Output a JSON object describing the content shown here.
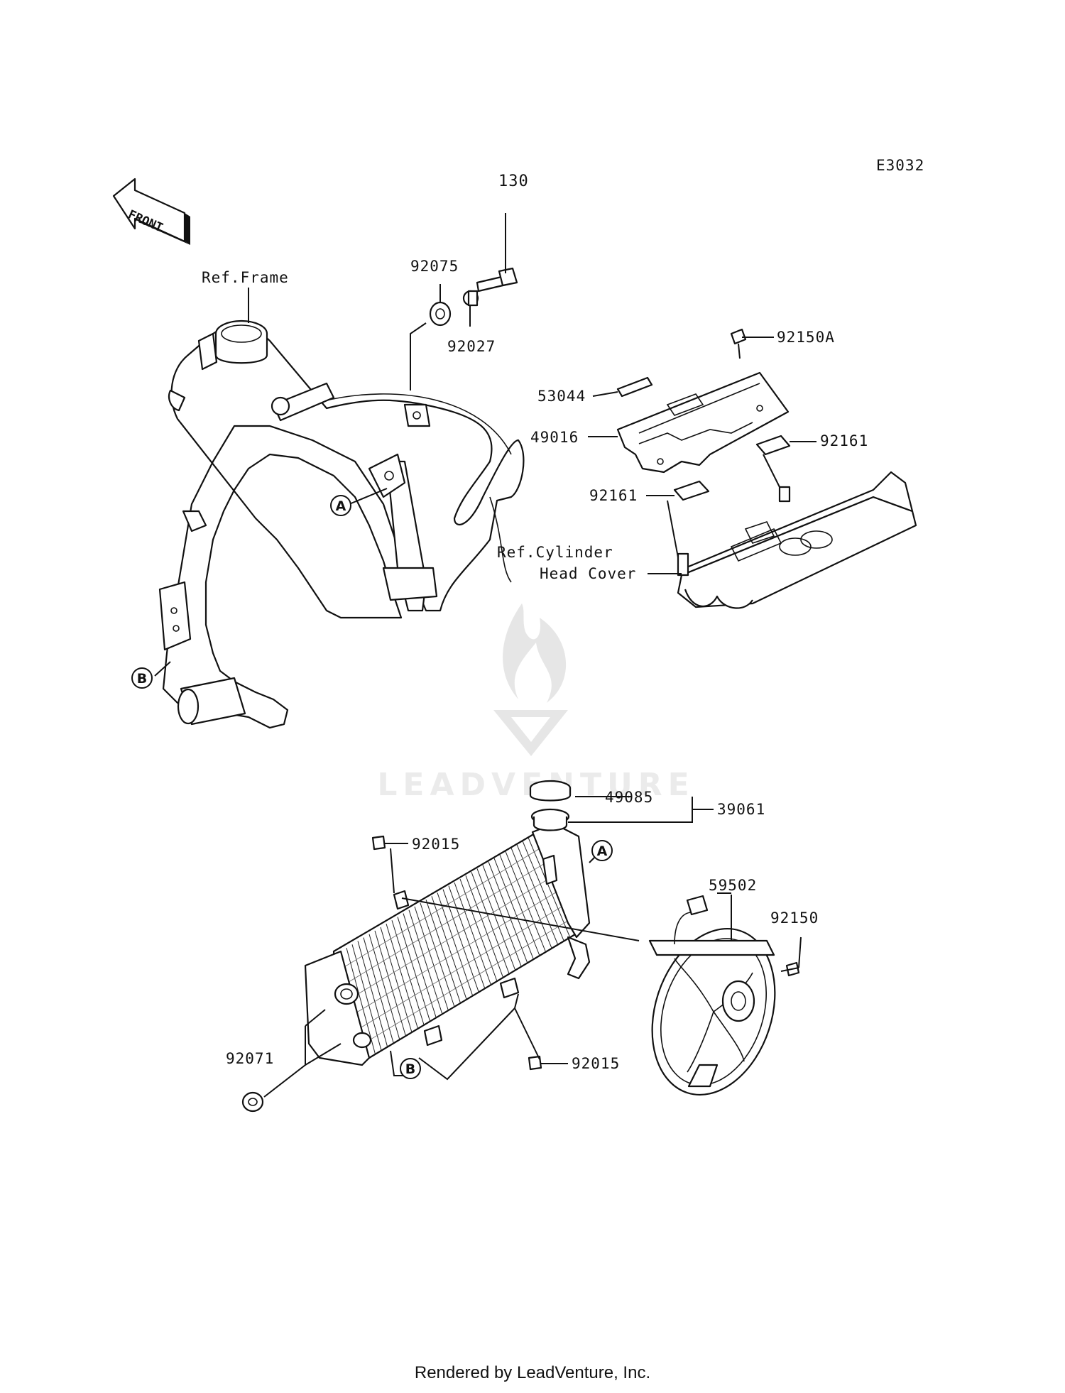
{
  "diagram": {
    "code": "E3032",
    "page_ref": "130",
    "front_badge": "FRONT",
    "watermark": "LEADVENTURE",
    "ref_frame": "Ref.Frame",
    "ref_cylinder_line1": "Ref.Cylinder",
    "ref_cylinder_line2": "Head Cover",
    "callouts": {
      "a": "A",
      "b": "B"
    },
    "parts": {
      "p92075": "92075",
      "p92027": "92027",
      "p92150A": "92150A",
      "p53044": "53044",
      "p49016": "49016",
      "p92161a": "92161",
      "p92161b": "92161",
      "p49085": "49085",
      "p39061": "39061",
      "p92015a": "92015",
      "p92015b": "92015",
      "p59502": "59502",
      "p92150": "92150",
      "p92071": "92071"
    }
  },
  "footer": {
    "text": "Rendered by LeadVenture, Inc."
  }
}
